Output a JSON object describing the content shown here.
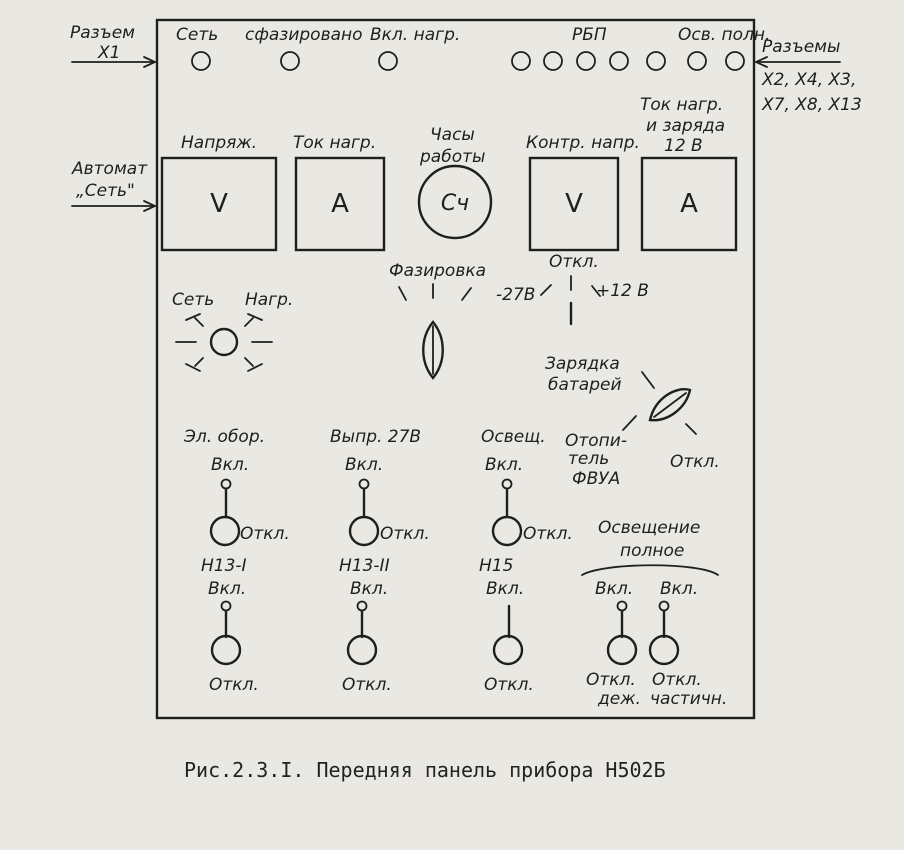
{
  "connectors": {
    "x1_line1": "Разъем",
    "x1_line2": "X1",
    "automat_line1": "Автомат",
    "automat_line2": "„Сеть\"",
    "right_line1": "Разъемы",
    "right_line2": "X2, X4, X3,",
    "right_line3": "X7, X8, X13"
  },
  "indicators": {
    "set": "Сеть",
    "phased": "сфазировано",
    "load_on": "Вкл. нагр.",
    "rbp": "РБП",
    "full_light": "Осв. полн."
  },
  "meters": {
    "voltage_label": "Напряж.",
    "voltage_glyph": "V",
    "load_current_label": "Ток нагр.",
    "load_current_glyph": "А",
    "hours_line1": "Часы",
    "hours_line2": "работы",
    "hours_glyph": "Сч",
    "control_label": "Контр. напр.",
    "control_glyph": "V",
    "current12_line1": "Ток нагр.",
    "current12_line2": "и заряда",
    "current12_line3": "12 В",
    "current12_glyph": "А"
  },
  "rotary": {
    "network": "Сеть",
    "load": "Нагр.",
    "phasing": "Фазировка",
    "minus27": "-27В",
    "off": "Откл.",
    "plus12": "+12 В",
    "charging_line1": "Зарядка",
    "charging_line2": "батарей",
    "heater_line1": "Отопи-",
    "heater_line2": "тель",
    "heater_line3": "ФВУА",
    "charging_off": "Откл."
  },
  "toggles": {
    "row1": [
      {
        "title": "Эл. обор.",
        "on": "Вкл.",
        "off": "Откл."
      },
      {
        "title": "Выпр. 27В",
        "on": "Вкл.",
        "off": "Откл."
      },
      {
        "title": "Освещ.",
        "on": "Вкл.",
        "off": "Откл."
      }
    ],
    "row2": [
      {
        "title": "Н13-I",
        "on": "Вкл.",
        "off": "Откл."
      },
      {
        "title": "Н13-II",
        "on": "Вкл.",
        "off": "Откл."
      },
      {
        "title": "Н15",
        "on": "Вкл.",
        "off": "Откл."
      }
    ],
    "full_light_line1": "Освещение",
    "full_light_line2": "полное",
    "duty_on": "Вкл.",
    "duty_off_line1": "Откл.",
    "duty_off_line2": "деж.",
    "partial_on": "Вкл.",
    "partial_off_line1": "Откл.",
    "partial_off_line2": "частичн."
  },
  "caption": "Рис.2.3.I. Передняя панель прибора Н502Б"
}
